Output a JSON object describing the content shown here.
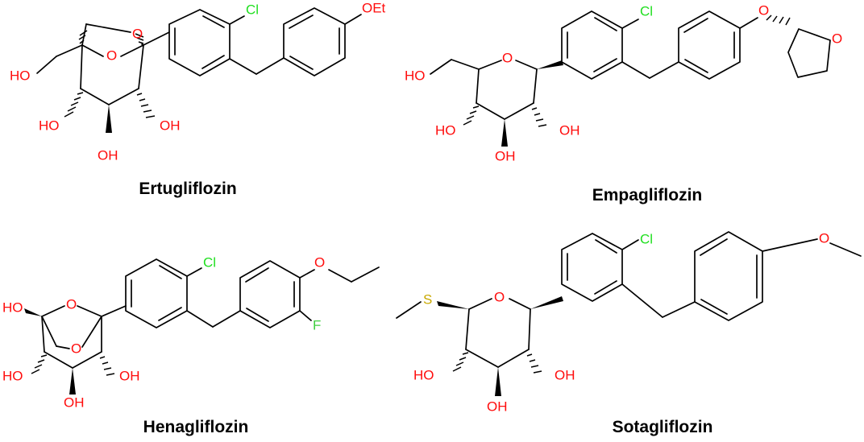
{
  "colors": {
    "oxygen": "#ff0d0d",
    "chlorine": "#1fdf1f",
    "fluorine": "#3fcf3f",
    "sulfur": "#c8a800",
    "bond": "#000000"
  },
  "molecules": [
    {
      "name": "Ertugliflozin",
      "labels": {
        "cl": "Cl",
        "oet": "OEt",
        "ring_o": "O",
        "bridge_o": "O",
        "ch2oh": "HO",
        "oh_a": "HO",
        "oh_b": "OH",
        "oh_c": "OH"
      }
    },
    {
      "name": "Empagliflozin",
      "labels": {
        "cl": "Cl",
        "ether_o": "O",
        "thf_o": "O",
        "ring_o": "O",
        "ch2oh": "HO",
        "oh_a": "HO",
        "oh_b": "OH",
        "oh_c": "OH"
      }
    },
    {
      "name": "Henagliflozin",
      "labels": {
        "cl": "Cl",
        "f": "F",
        "ether_o": "O",
        "ring_o": "O",
        "bridge_o": "O",
        "oh_top": "HO",
        "oh_a": "HO",
        "oh_b": "OH",
        "oh_c": "OH"
      }
    },
    {
      "name": "Sotagliflozin",
      "labels": {
        "cl": "Cl",
        "s": "S",
        "ether_o": "O",
        "ring_o": "O",
        "oh_a": "HO",
        "oh_b": "OH",
        "oh_c": "OH"
      }
    }
  ]
}
